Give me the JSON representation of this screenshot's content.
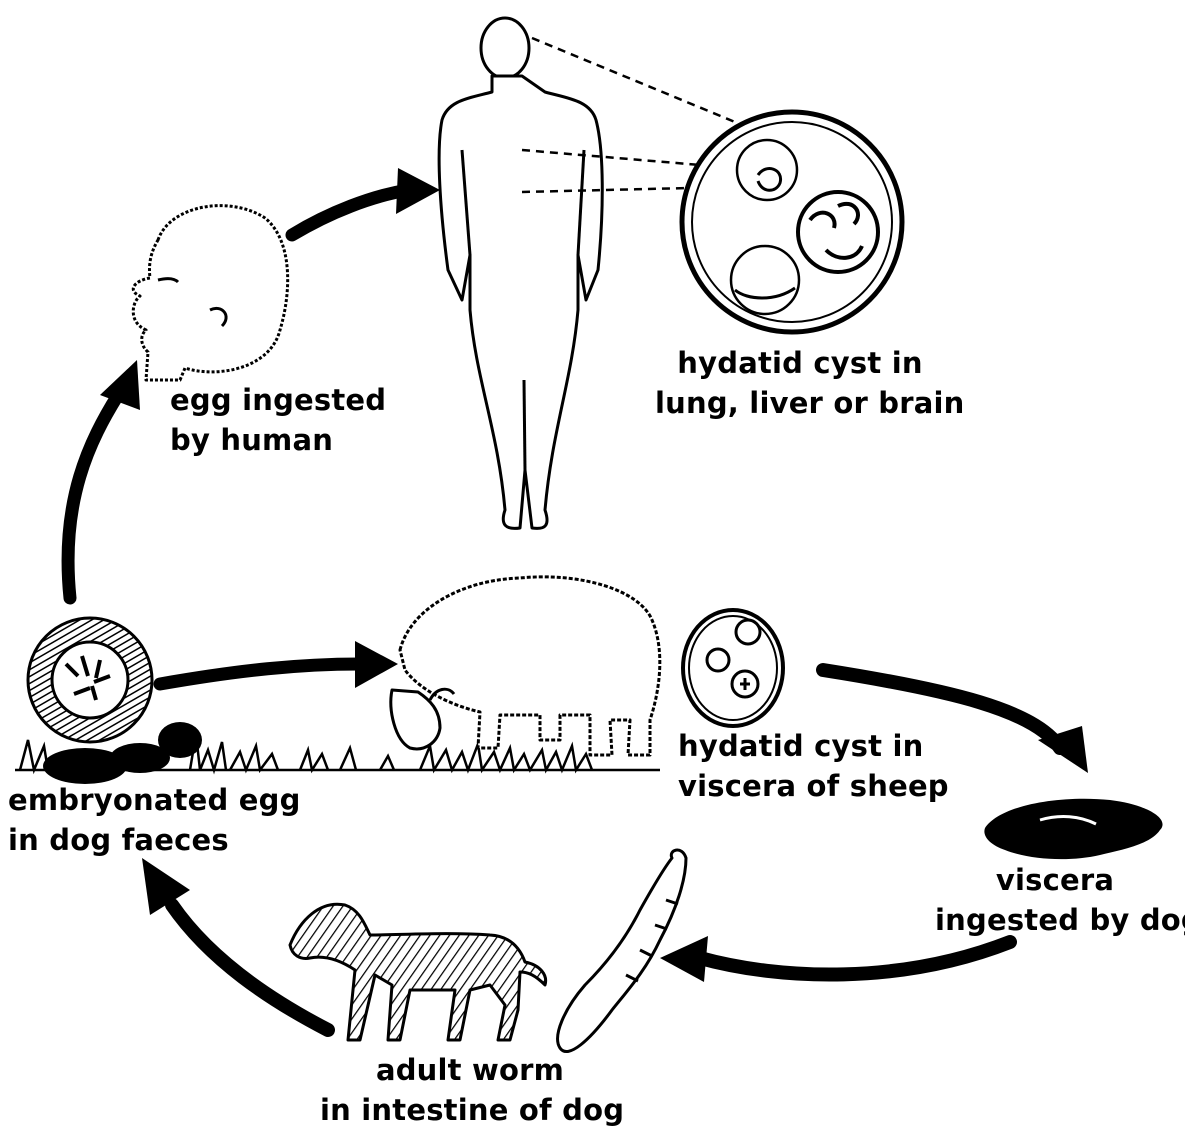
{
  "labels": {
    "egg_ingested": [
      "egg ingested",
      "by human"
    ],
    "hydatid_human": [
      "hydatid cyst in",
      "lung, liver or brain"
    ],
    "embryonated_egg": [
      "embryonated egg",
      "in dog faeces"
    ],
    "hydatid_sheep": [
      "hydatid cyst in",
      "viscera of sheep"
    ],
    "viscera_ingested": [
      "viscera",
      "ingested by dog"
    ],
    "adult_worm": [
      "adult worm",
      "in intestine of dog"
    ]
  },
  "colors": {
    "ink": "#000000",
    "paper": "#ffffff"
  }
}
